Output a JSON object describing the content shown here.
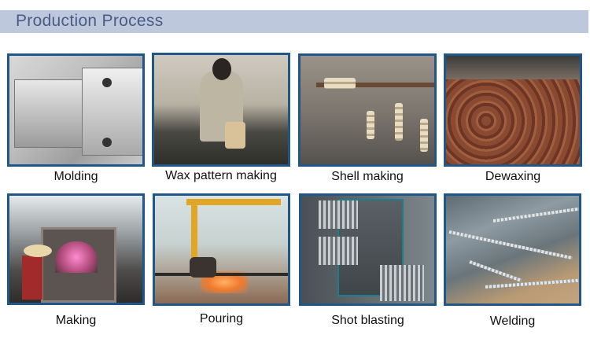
{
  "header": {
    "title": "Production Process"
  },
  "colors": {
    "header_band": "#bec8dc",
    "header_text": "#4b5b86",
    "frame_border": "#1f5888"
  },
  "steps": [
    {
      "label": "Molding",
      "image": "mold-photo"
    },
    {
      "label": "Wax pattern making",
      "image": "wax-pattern-photo"
    },
    {
      "label": "Shell making",
      "image": "shell-making-photo"
    },
    {
      "label": "Dewaxing",
      "image": "dewaxing-photo"
    },
    {
      "label": "Making",
      "image": "furnace-photo"
    },
    {
      "label": "Pouring",
      "image": "pouring-photo"
    },
    {
      "label": "Shot blasting",
      "image": "shot-blasting-photo"
    },
    {
      "label": "Welding",
      "image": "welding-photo"
    }
  ]
}
